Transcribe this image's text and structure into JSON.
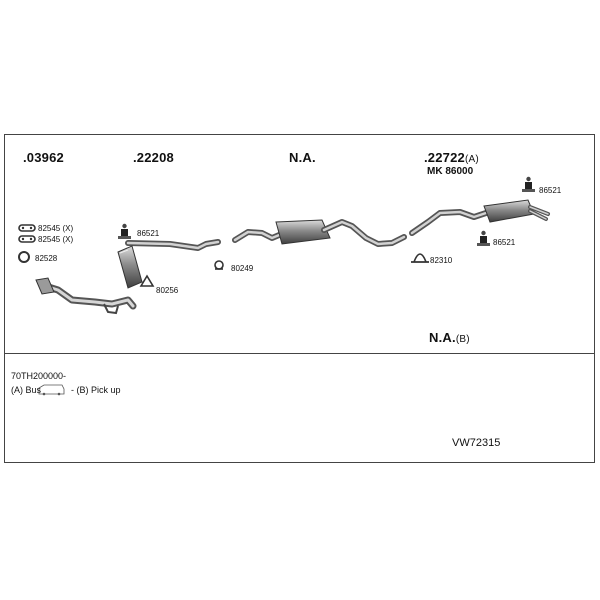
{
  "sections": [
    {
      "code": ".03962",
      "suffix": ""
    },
    {
      "code": ".22208",
      "suffix": ""
    },
    {
      "code": "N.A.",
      "suffix": ""
    },
    {
      "code": ".22722",
      "suffix": "(A)"
    }
  ],
  "mk_label": "MK  86000",
  "parts": {
    "gasket_a": "82545 (X)",
    "gasket_b": "82545 (X)",
    "ring": "82528",
    "hanger_left": "86521",
    "flange": "80256",
    "clamp_mid": "80249",
    "clamp_right": "82310",
    "hanger_top_right": "86521",
    "hanger_bottom_right": "86521"
  },
  "na_b": {
    "code": "N.A.",
    "suffix": "(B)"
  },
  "footer": {
    "chassis": "70TH200000-",
    "legend_a": "(A) Bus",
    "legend_sep": "-",
    "legend_b": "(B) Pick up"
  },
  "diagram_code": "VW72315"
}
